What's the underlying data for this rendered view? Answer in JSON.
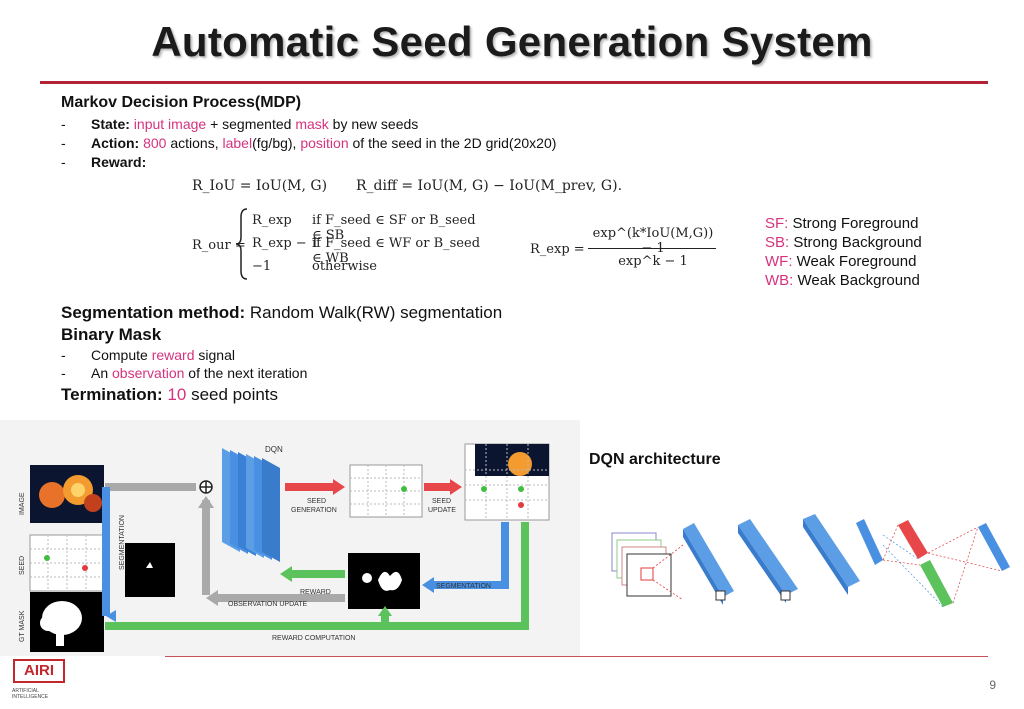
{
  "title": "Automatic Seed Generation System",
  "mdp": {
    "heading": "Markov Decision Process(MDP)",
    "state": {
      "label": "State:",
      "p1": "input image",
      "p2": " + segmented ",
      "p3": "mask",
      "p4": " by new seeds"
    },
    "action": {
      "label": "Action:",
      "p1": "800",
      "p2": " actions, ",
      "p3": "label",
      "p4": "(fg/bg), ",
      "p5": "position",
      "p6": " of the seed in the 2D grid(20x20)"
    },
    "reward": {
      "label": "Reward:"
    }
  },
  "formulas": {
    "r_iou": "R_IoU = IoU(M, G)",
    "r_diff": "R_diff = IoU(M, G) − IoU(M_prev, G).",
    "r_our_lhs": "R_our =",
    "cases": [
      {
        "val": "R_exp",
        "cond": "if F_seed ∈ SF or B_seed ∈ SB"
      },
      {
        "val": "R_exp − 1",
        "cond": "if F_seed ∈ WF or B_seed ∈ WB"
      },
      {
        "val": "−1",
        "cond": "otherwise"
      }
    ],
    "r_exp_lhs": "R_exp =",
    "r_exp_num": "exp^(k*IoU(M,G)) − 1",
    "r_exp_den": "exp^k − 1"
  },
  "legend": [
    {
      "abbr": "SF:",
      "text": " Strong Foreground"
    },
    {
      "abbr": "SB:",
      "text": " Strong Background"
    },
    {
      "abbr": "WF:",
      "text": " Weak Foreground"
    },
    {
      "abbr": "WB:",
      "text": " Weak Background"
    }
  ],
  "segmentation": {
    "label": "Segmentation method:",
    "text": " Random Walk(RW) segmentation"
  },
  "binary_mask": {
    "heading": "Binary Mask",
    "item1": {
      "p1": "Compute ",
      "p2": "reward",
      "p3": " signal"
    },
    "item2": {
      "p1": "An ",
      "p2": "observation",
      "p3": " of the next iteration"
    }
  },
  "termination": {
    "label": "Termination:",
    "p1": "10",
    "p2": " seed points"
  },
  "diagram": {
    "row_labels": [
      "IMAGE",
      "SEED",
      "GT MASK"
    ],
    "segmentation_vertical": "SEGMENTATION",
    "dqn": "DQN",
    "seed_generation": "SEED GENERATION",
    "seed_update": "SEED UPDATE",
    "reward": "REWARD",
    "segmentation": "SEGMENTATION",
    "observation_update": "OBSERVATION UPDATE",
    "reward_computation": "REWARD COMPUTATION"
  },
  "dqn_arch": {
    "title": "DQN architecture"
  },
  "footer": {
    "logo": "AIRI",
    "logo_sub": "ARTIFICIAL INTELLIGENCE",
    "page": "9"
  },
  "colors": {
    "accent": "#b22234",
    "highlight": "#d6337f",
    "blue": "#4a90e2",
    "green": "#5cc25c",
    "red": "#e8474a"
  }
}
